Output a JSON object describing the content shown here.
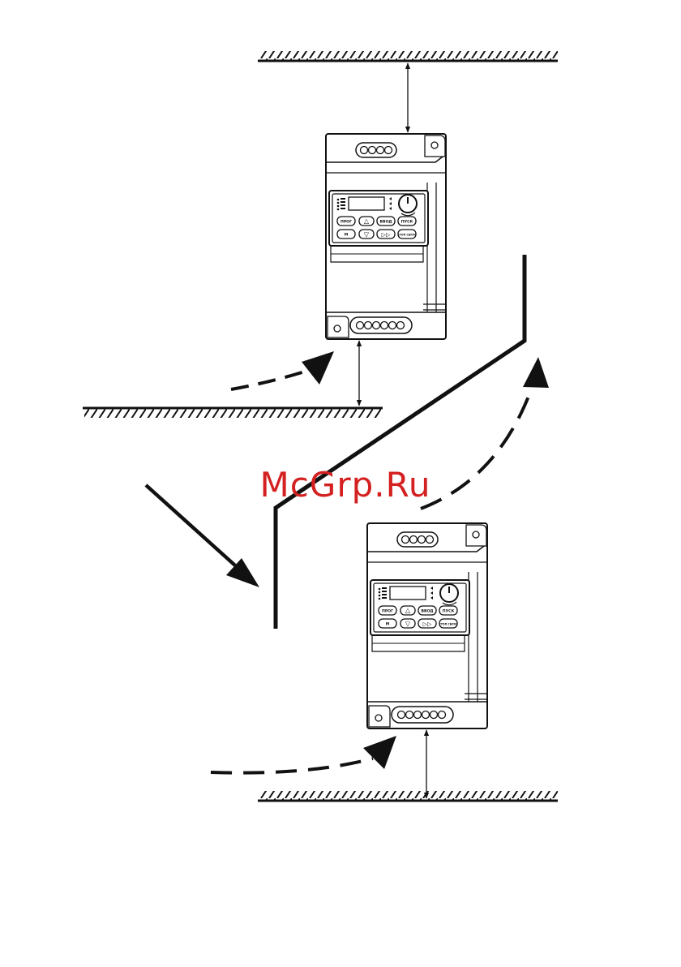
{
  "watermark": {
    "text": "McGrp.Ru",
    "color": "#d42020"
  },
  "colors": {
    "line": "#111111",
    "background": "#ffffff"
  },
  "keypad": {
    "row1": [
      "ПРОГ",
      "△",
      "ВВОД",
      "ПУСК"
    ],
    "row2": [
      "М",
      "▽",
      "▷▷",
      "СТОП СБРОС"
    ]
  },
  "units": [
    {
      "name": "inverter-upper"
    },
    {
      "name": "inverter-lower"
    }
  ]
}
